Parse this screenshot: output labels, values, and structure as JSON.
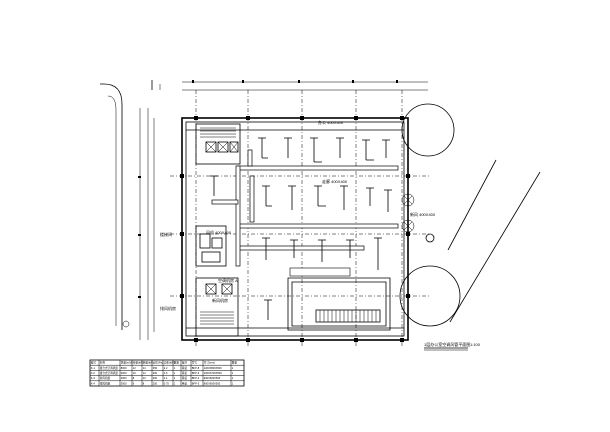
{
  "drawing": {
    "title": "1层办公室空调风管平面图",
    "scale": "1:100",
    "room_labels": [
      {
        "id": "room-a",
        "text": "走廊 400X400"
      },
      {
        "id": "room-b",
        "text": "风机 400X400"
      },
      {
        "id": "room-c",
        "text": "办公 400X400"
      },
      {
        "id": "room-d",
        "text": "新风 400X400"
      },
      {
        "id": "room-e",
        "text": "空调机房 A"
      },
      {
        "id": "room-f",
        "text": "新风机房"
      },
      {
        "id": "room-g",
        "text": "排风机房"
      },
      {
        "id": "room-h",
        "text": "楼梯间"
      }
    ],
    "equipment_table": {
      "headers": [
        "编号",
        "名称",
        "风量(m3/h)",
        "冷量(kW)",
        "热量(kW)",
        "全压(Pa)",
        "功率(kW)",
        "数量",
        "备注",
        "型号",
        "尺寸(mm)",
        "数量"
      ],
      "rows": [
        [
          "K-1",
          "组合式空调机组",
          "8000",
          "12",
          "14",
          "350",
          "2.2",
          "1",
          "吊装",
          "BFP-8",
          "1200X800X600",
          "1"
        ],
        [
          "K-2",
          "组合式空调机组",
          "6000",
          "10",
          "12",
          "300",
          "1.5",
          "1",
          "吊装",
          "BFP-6",
          "1000X700X600",
          "1"
        ],
        [
          "K-3",
          "新风机组",
          "4000",
          "8",
          "10",
          "300",
          "1.1",
          "1",
          "吊装",
          "BFP-4",
          "900X600X500",
          "1"
        ],
        [
          "K-4",
          "排风机组",
          "3000",
          "6",
          "8",
          "250",
          "0.75",
          "1",
          "吊装",
          "BFP-3",
          "800X600X500",
          "1"
        ]
      ]
    }
  }
}
